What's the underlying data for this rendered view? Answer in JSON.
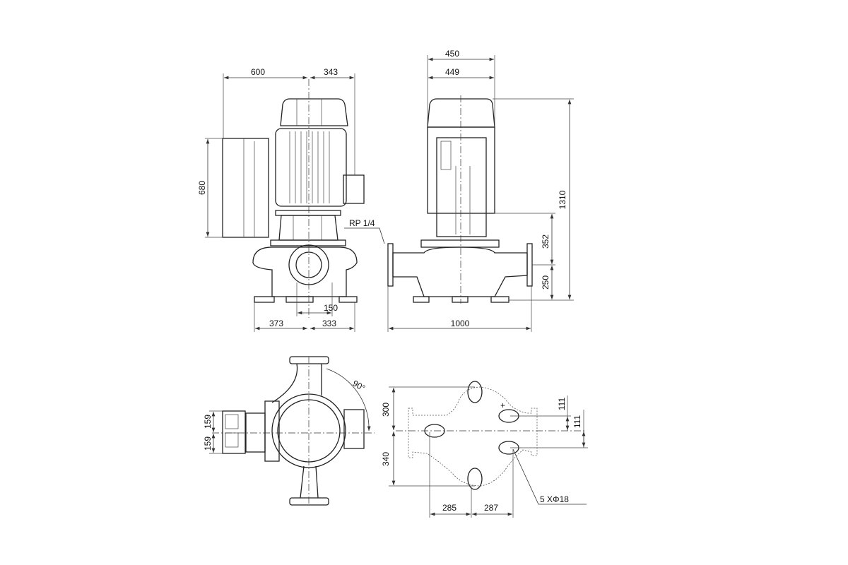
{
  "front_view": {
    "dim_600": "600",
    "dim_343": "343",
    "dim_680": "680",
    "dim_150": "150",
    "dim_373": "373",
    "dim_333": "333",
    "rp_label": "RP 1/4"
  },
  "side_view": {
    "dim_450": "450",
    "dim_449": "449",
    "dim_1310": "1310",
    "dim_352": "352",
    "dim_250": "250",
    "dim_1000": "1000"
  },
  "top_view": {
    "dim_159_a": "159",
    "dim_159_b": "159",
    "angle": "90°"
  },
  "foundation_view": {
    "dim_300": "300",
    "dim_340": "340",
    "dim_111_a": "111",
    "dim_111_b": "111",
    "dim_285": "285",
    "dim_287": "287",
    "holes": "5  XΦ18"
  }
}
